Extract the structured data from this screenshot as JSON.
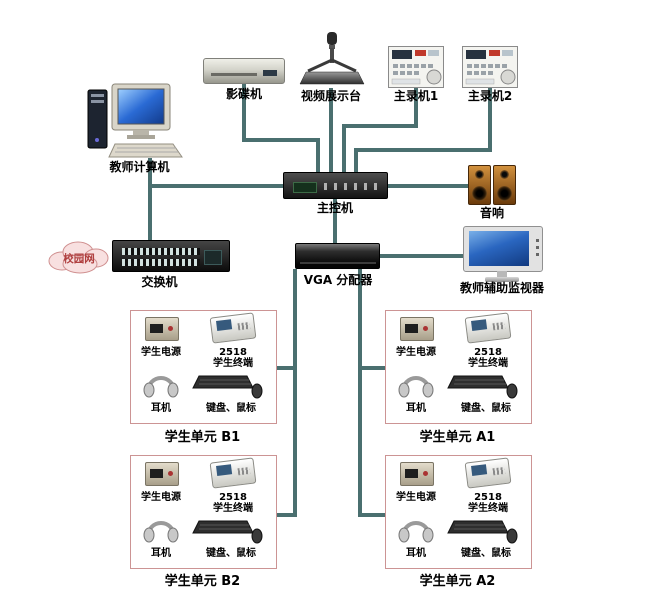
{
  "colors": {
    "connector_line": "#4a6f6f",
    "unit_border": "#cc9494",
    "cloud_fill": "#f8e0e0",
    "cloud_text": "#b04040"
  },
  "devices": {
    "dvd": {
      "label": "影碟机"
    },
    "doc_camera": {
      "label": "视频展示台"
    },
    "recorder1": {
      "label": "主录机1"
    },
    "recorder2": {
      "label": "主录机2"
    },
    "teacher_computer": {
      "label": "教师计算机"
    },
    "main_controller": {
      "label": "主控机"
    },
    "speakers": {
      "label": "音响"
    },
    "campus_network": {
      "label": "校园网"
    },
    "switch": {
      "label": "交换机"
    },
    "vga_splitter": {
      "label": "VGA 分配器"
    },
    "aux_monitor": {
      "label": "教师辅助监视器"
    }
  },
  "student_units": [
    {
      "name": "学生单元 B1"
    },
    {
      "name": "学生单元 A1"
    },
    {
      "name": "学生单元 B2"
    },
    {
      "name": "学生单元 A2"
    }
  ],
  "unit_items": {
    "power": "学生电源",
    "terminal_model": "2518",
    "terminal": "学生终端",
    "headphones": "耳机",
    "keyboard_mouse": "键盘、鼠标"
  }
}
